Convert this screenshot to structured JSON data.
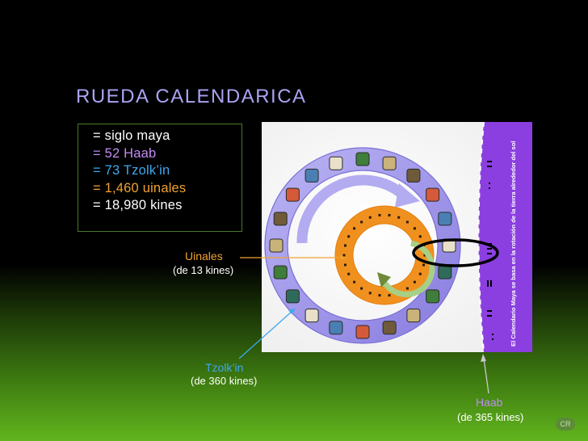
{
  "slide": {
    "title": "RUEDA CALENDARICA",
    "equations": [
      "= siglo maya",
      "= 52 Haab",
      "= 73 Tzolk’in",
      "= 1,460 uinales",
      "= 18,980 kines"
    ],
    "labels": {
      "uinales": {
        "name": "Uinales",
        "detail": "(de 13 kines)"
      },
      "tzolkin": {
        "name": "Tzolk’in",
        "detail": "(de 360 kines)"
      },
      "haab": {
        "name": "Haab",
        "detail": "(de 365 kines)"
      }
    },
    "diagram_caption": "El Calendario Maya se basa en la rotación de la tierra alrededor del sol",
    "badge": "CR"
  },
  "colors": {
    "title": "#a9a4f2",
    "line_white": "#ffffff",
    "line_purple": "#c18cf2",
    "line_blue": "#3fa8ef",
    "line_orange": "#f0a231",
    "haab_band": "#8b3fe0",
    "tzolkin_ring": "#9a86e8",
    "uinal_ring": "#f0911f"
  }
}
